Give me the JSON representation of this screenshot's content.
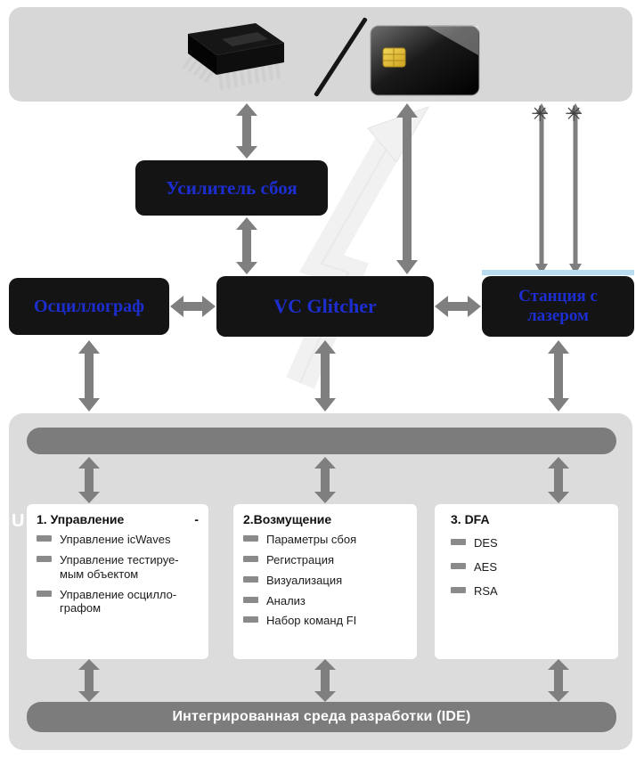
{
  "amplifier": {
    "label": "Усилитель сбоя"
  },
  "oscilloscope": {
    "label": "Осциллограф"
  },
  "vc_glitcher": {
    "label": "VC Glitcher"
  },
  "laser_station": {
    "label": "Станция с\nлазером"
  },
  "asterisk": "✳",
  "watermark_letter": "U",
  "cards": [
    {
      "title": "1. Управление",
      "title_suffix": "-",
      "items": [
        "Управление icWaves",
        "Управление тестируе-\nмым объектом",
        "Управление осцилло-\nграфом"
      ]
    },
    {
      "title": "2.Возмущение",
      "title_suffix": "",
      "items": [
        "Параметры сбоя",
        "Регистрация",
        "Визуализация",
        "Анализ",
        "Набор команд FI"
      ]
    },
    {
      "title": "3. DFA",
      "title_suffix": "",
      "items": [
        "DES",
        "AES",
        "RSA"
      ]
    }
  ],
  "ide_bar": {
    "label": "Интегрированная среда разработки (IDE)"
  }
}
